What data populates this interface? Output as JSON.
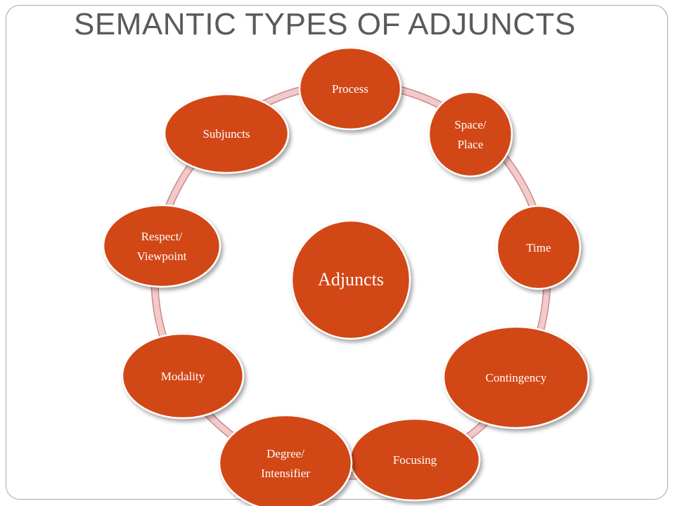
{
  "slide": {
    "title": "SEMANTIC TYPES OF ADJUNCTS"
  },
  "diagram": {
    "center": {
      "label": "Adjuncts"
    },
    "nodes": [
      {
        "key": "process",
        "lines": [
          "Process"
        ]
      },
      {
        "key": "space-place",
        "lines": [
          "Space/",
          "Place"
        ]
      },
      {
        "key": "time",
        "lines": [
          "Time"
        ]
      },
      {
        "key": "contingency",
        "lines": [
          "Contingency"
        ]
      },
      {
        "key": "focusing",
        "lines": [
          "Focusing"
        ]
      },
      {
        "key": "degree",
        "lines": [
          "Degree/",
          "Intensifier"
        ]
      },
      {
        "key": "modality",
        "lines": [
          "Modality"
        ]
      },
      {
        "key": "respect",
        "lines": [
          "Respect/",
          "Viewpoint"
        ]
      },
      {
        "key": "subjuncts",
        "lines": [
          "Subjuncts"
        ]
      }
    ]
  },
  "colors": {
    "node_fill": "#d24716",
    "node_dark": "#8c2c0a",
    "ring_fill": "#f3caca",
    "ring_edge": "#c98a8a",
    "title_text": "#5a5a5a",
    "border": "#a8a8a8"
  }
}
